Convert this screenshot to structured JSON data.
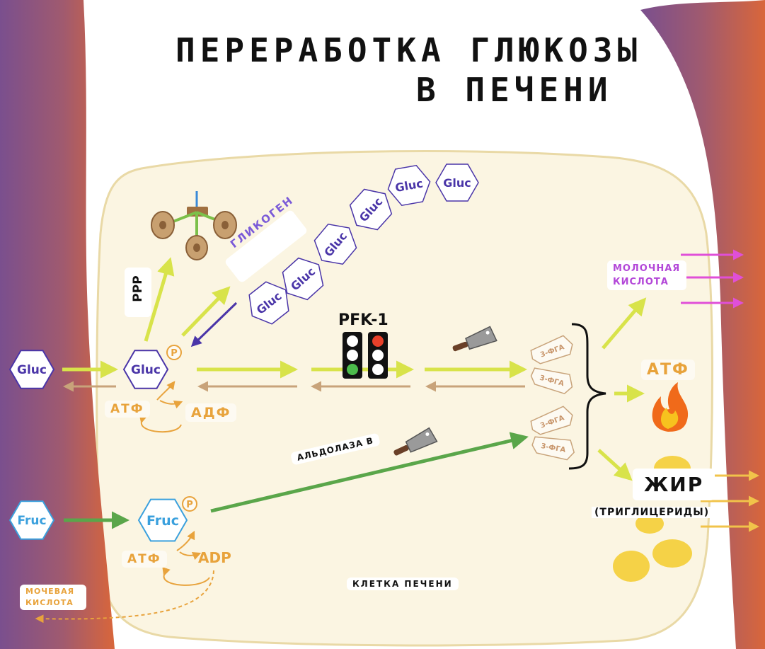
{
  "title": {
    "line1": "ПЕРЕРАБОТКА ГЛЮКОЗЫ",
    "line2": "В ПЕЧЕНИ"
  },
  "labels": {
    "gluc": "Gluc",
    "fruc": "Fruc",
    "phosphate": "P",
    "atp": "АТФ",
    "adp": "АДФ",
    "adp_fruc": "ADP",
    "ppp": "PPP",
    "glycogen": "ГЛИКОГЕН",
    "pfk": "PFK-1",
    "aldolase": "АЛЬДОЛАЗА B",
    "pga": "3-ФГА",
    "lactic": "МОЛОЧНАЯ КИСЛОТА",
    "atp_out": "АТФ",
    "fat": "ЖИР",
    "triglycerides": "(ТРИГЛИЦЕРИДЫ)",
    "uric": "МОЧЕВАЯ КИСЛОТА",
    "cell": "КЛЕТКА ПЕЧЕНИ"
  },
  "glycogen_chain": [
    "Gluc",
    "Gluc",
    "Gluc",
    "Gluc",
    "Gluc",
    "Gluc",
    "Gluc"
  ],
  "colors": {
    "vessel_purple": "#7a4f8e",
    "vessel_orange": "#d9663a",
    "cell_fill": "#fbf5e2",
    "cell_stroke": "#e9d9a6",
    "gluc": "#4a35a8",
    "fruc": "#3aa0dd",
    "yellow_arrow": "#d8e34a",
    "tan_arrow": "#c8a37a",
    "green_arrow": "#5aa64a",
    "orange": "#e8a33c",
    "lactic": "#b347d8",
    "magenta_arrow": "#e04fd8"
  },
  "icons": [
    "ppp-wheel-icon",
    "cleaver-icon",
    "traffic-light-icon",
    "fire-icon",
    "fat-droplets-icon"
  ]
}
